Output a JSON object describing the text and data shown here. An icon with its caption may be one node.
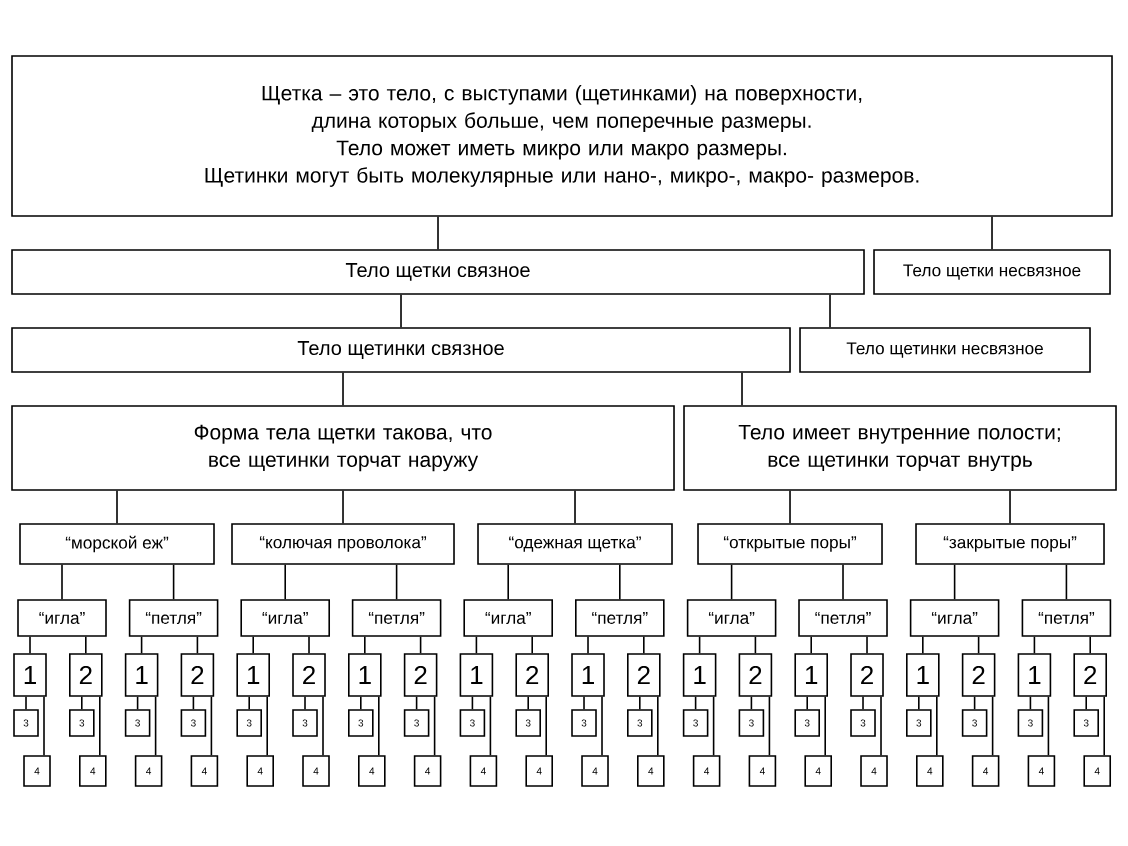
{
  "diagram": {
    "nodes": [
      {
        "text": [
          "Щетка – это тело, с выступами (щетинками) на поверхности, длина которых больше, чем поперечные размеры.",
          "Тело может иметь микро или макро размеры.",
          "Щетинки могут быть молекулярные или нано-, микро-, макро- размеров."
        ]
      },
      {
        "text": [
          "Тело щетки связное"
        ]
      },
      {
        "text": [
          "Тело щетки несвязное"
        ]
      },
      {
        "text": [
          "Тело щетинки связное"
        ]
      },
      {
        "text": [
          "Тело щетинки несвязное"
        ]
      },
      {
        "text": [
          "Форма тела щетки такова, что все щетинки торчат наружу"
        ]
      },
      {
        "text": [
          "Тело имеет внутренние полости; все щетинки торчат внутрь"
        ]
      },
      {
        "text": [
          "“морской еж”"
        ]
      },
      {
        "text": [
          "“колючая проволока”"
        ]
      },
      {
        "text": [
          "“одежная щетка”"
        ]
      },
      {
        "text": [
          "“открытые поры”"
        ]
      },
      {
        "text": [
          "“закрытые поры”"
        ]
      },
      {
        "text": [
          "“игла”"
        ]
      },
      {
        "text": [
          "“петля”"
        ]
      },
      {
        "text": [
          "“игла”"
        ]
      },
      {
        "text": [
          "“петля”"
        ]
      },
      {
        "text": [
          "“игла”"
        ]
      },
      {
        "text": [
          "“петля”"
        ]
      },
      {
        "text": [
          "“игла”"
        ]
      },
      {
        "text": [
          "“петля”"
        ]
      },
      {
        "text": [
          "“игла”"
        ]
      },
      {
        "text": [
          "“петля”"
        ]
      },
      {
        "text": [
          "1"
        ]
      },
      {
        "text": [
          "2"
        ]
      },
      {
        "text": [
          "1"
        ]
      },
      {
        "text": [
          "2"
        ]
      },
      {
        "text": [
          "1"
        ]
      },
      {
        "text": [
          "2"
        ]
      },
      {
        "text": [
          "1"
        ]
      },
      {
        "text": [
          "2"
        ]
      },
      {
        "text": [
          "1"
        ]
      },
      {
        "text": [
          "2"
        ]
      },
      {
        "text": [
          "1"
        ]
      },
      {
        "text": [
          "2"
        ]
      },
      {
        "text": [
          "1"
        ]
      },
      {
        "text": [
          "2"
        ]
      },
      {
        "text": [
          "1"
        ]
      },
      {
        "text": [
          "2"
        ]
      },
      {
        "text": [
          "1"
        ]
      },
      {
        "text": [
          "2"
        ]
      },
      {
        "text": [
          "1"
        ]
      },
      {
        "text": [
          "2"
        ]
      },
      {
        "text": [
          "3"
        ]
      },
      {
        "text": [
          "4"
        ]
      },
      {
        "text": [
          "3"
        ]
      },
      {
        "text": [
          "4"
        ]
      },
      {
        "text": [
          "3"
        ]
      },
      {
        "text": [
          "4"
        ]
      },
      {
        "text": [
          "3"
        ]
      },
      {
        "text": [
          "4"
        ]
      },
      {
        "text": [
          "3"
        ]
      },
      {
        "text": [
          "4"
        ]
      },
      {
        "text": [
          "3"
        ]
      },
      {
        "text": [
          "4"
        ]
      },
      {
        "text": [
          "3"
        ]
      },
      {
        "text": [
          "4"
        ]
      },
      {
        "text": [
          "3"
        ]
      },
      {
        "text": [
          "4"
        ]
      },
      {
        "text": [
          "3"
        ]
      },
      {
        "text": [
          "4"
        ]
      },
      {
        "text": [
          "3"
        ]
      },
      {
        "text": [
          "4"
        ]
      },
      {
        "text": [
          "3"
        ]
      },
      {
        "text": [
          "4"
        ]
      },
      {
        "text": [
          "3"
        ]
      },
      {
        "text": [
          "4"
        ]
      },
      {
        "text": [
          "3"
        ]
      },
      {
        "text": [
          "4"
        ]
      },
      {
        "text": [
          "3"
        ]
      },
      {
        "text": [
          "4"
        ]
      },
      {
        "text": [
          "3"
        ]
      },
      {
        "text": [
          "4"
        ]
      },
      {
        "text": [
          "3"
        ]
      },
      {
        "text": [
          "4"
        ]
      },
      {
        "text": [
          "3"
        ]
      },
      {
        "text": [
          "4"
        ]
      },
      {
        "text": [
          "3"
        ]
      },
      {
        "text": [
          "4"
        ]
      },
      {
        "text": [
          "3"
        ]
      },
      {
        "text": [
          "4"
        ]
      },
      {
        "text": [
          "3"
        ]
      },
      {
        "text": [
          "4"
        ]
      }
    ],
    "edges": [
      {
        "from": 0,
        "to": 1,
        "arrow": "none"
      },
      {
        "from": 0,
        "to": 2,
        "arrow": "none"
      },
      {
        "from": 1,
        "to": 3,
        "arrow": "none"
      },
      {
        "from": 1,
        "to": 4,
        "arrow": "none"
      },
      {
        "from": 3,
        "to": 5,
        "arrow": "none"
      },
      {
        "from": 3,
        "to": 6,
        "arrow": "none"
      },
      {
        "from": 5,
        "to": 7,
        "arrow": "none"
      },
      {
        "from": 5,
        "to": 8,
        "arrow": "none"
      },
      {
        "from": 5,
        "to": 9,
        "arrow": "none"
      },
      {
        "from": 6,
        "to": 10,
        "arrow": "none"
      },
      {
        "from": 6,
        "to": 11,
        "arrow": "none"
      },
      {
        "from": 7,
        "to": 12,
        "arrow": "none"
      },
      {
        "from": 7,
        "to": 13,
        "arrow": "none"
      },
      {
        "from": 8,
        "to": 14,
        "arrow": "none"
      },
      {
        "from": 8,
        "to": 15,
        "arrow": "none"
      },
      {
        "from": 9,
        "to": 16,
        "arrow": "none"
      },
      {
        "from": 9,
        "to": 17,
        "arrow": "none"
      },
      {
        "from": 10,
        "to": 18,
        "arrow": "none"
      },
      {
        "from": 10,
        "to": 19,
        "arrow": "none"
      },
      {
        "from": 11,
        "to": 20,
        "arrow": "none"
      },
      {
        "from": 11,
        "to": 21,
        "arrow": "none"
      },
      {
        "from": 12,
        "to": 22,
        "arrow": "none"
      },
      {
        "from": 12,
        "to": 23,
        "arrow": "none"
      },
      {
        "from": 13,
        "to": 24,
        "arrow": "none"
      },
      {
        "from": 13,
        "to": 25,
        "arrow": "none"
      },
      {
        "from": 14,
        "to": 26,
        "arrow": "none"
      },
      {
        "from": 14,
        "to": 27,
        "arrow": "none"
      },
      {
        "from": 15,
        "to": 28,
        "arrow": "none"
      },
      {
        "from": 15,
        "to": 29,
        "arrow": "none"
      },
      {
        "from": 16,
        "to": 30,
        "arrow": "none"
      },
      {
        "from": 16,
        "to": 31,
        "arrow": "none"
      },
      {
        "from": 17,
        "to": 32,
        "arrow": "none"
      },
      {
        "from": 17,
        "to": 33,
        "arrow": "none"
      },
      {
        "from": 18,
        "to": 34,
        "arrow": "none"
      },
      {
        "from": 18,
        "to": 35,
        "arrow": "none"
      },
      {
        "from": 19,
        "to": 36,
        "arrow": "none"
      },
      {
        "from": 19,
        "to": 37,
        "arrow": "none"
      },
      {
        "from": 20,
        "to": 38,
        "arrow": "none"
      },
      {
        "from": 20,
        "to": 39,
        "arrow": "none"
      },
      {
        "from": 21,
        "to": 40,
        "arrow": "none"
      },
      {
        "from": 21,
        "to": 41,
        "arrow": "none"
      },
      {
        "from": 22,
        "to": 42,
        "arrow": "none"
      },
      {
        "from": 22,
        "to": 43,
        "arrow": "none"
      },
      {
        "from": 23,
        "to": 44,
        "arrow": "none"
      },
      {
        "from": 23,
        "to": 45,
        "arrow": "none"
      },
      {
        "from": 24,
        "to": 46,
        "arrow": "none"
      },
      {
        "from": 24,
        "to": 47,
        "arrow": "none"
      },
      {
        "from": 25,
        "to": 48,
        "arrow": "none"
      },
      {
        "from": 25,
        "to": 49,
        "arrow": "none"
      },
      {
        "from": 26,
        "to": 50,
        "arrow": "none"
      },
      {
        "from": 26,
        "to": 51,
        "arrow": "none"
      },
      {
        "from": 27,
        "to": 52,
        "arrow": "none"
      },
      {
        "from": 27,
        "to": 53,
        "arrow": "none"
      },
      {
        "from": 28,
        "to": 54,
        "arrow": "none"
      },
      {
        "from": 28,
        "to": 55,
        "arrow": "none"
      },
      {
        "from": 29,
        "to": 56,
        "arrow": "none"
      },
      {
        "from": 29,
        "to": 57,
        "arrow": "none"
      },
      {
        "from": 30,
        "to": 58,
        "arrow": "none"
      },
      {
        "from": 30,
        "to": 59,
        "arrow": "none"
      },
      {
        "from": 31,
        "to": 60,
        "arrow": "none"
      },
      {
        "from": 31,
        "to": 61,
        "arrow": "none"
      },
      {
        "from": 32,
        "to": 62,
        "arrow": "none"
      },
      {
        "from": 32,
        "to": 63,
        "arrow": "none"
      },
      {
        "from": 33,
        "to": 64,
        "arrow": "none"
      },
      {
        "from": 33,
        "to": 65,
        "arrow": "none"
      },
      {
        "from": 34,
        "to": 66,
        "arrow": "none"
      },
      {
        "from": 34,
        "to": 67,
        "arrow": "none"
      },
      {
        "from": 35,
        "to": 68,
        "arrow": "none"
      },
      {
        "from": 35,
        "to": 69,
        "arrow": "none"
      },
      {
        "from": 36,
        "to": 70,
        "arrow": "none"
      },
      {
        "from": 36,
        "to": 71,
        "arrow": "none"
      },
      {
        "from": 37,
        "to": 72,
        "arrow": "none"
      },
      {
        "from": 37,
        "to": 73,
        "arrow": "none"
      },
      {
        "from": 38,
        "to": 74,
        "arrow": "none"
      },
      {
        "from": 38,
        "to": 75,
        "arrow": "none"
      },
      {
        "from": 39,
        "to": 76,
        "arrow": "none"
      },
      {
        "from": 39,
        "to": 77,
        "arrow": "none"
      },
      {
        "from": 40,
        "to": 78,
        "arrow": "none"
      },
      {
        "from": 40,
        "to": 79,
        "arrow": "none"
      },
      {
        "from": 41,
        "to": 80,
        "arrow": "none"
      },
      {
        "from": 41,
        "to": 81,
        "arrow": "none"
      }
    ]
  }
}
